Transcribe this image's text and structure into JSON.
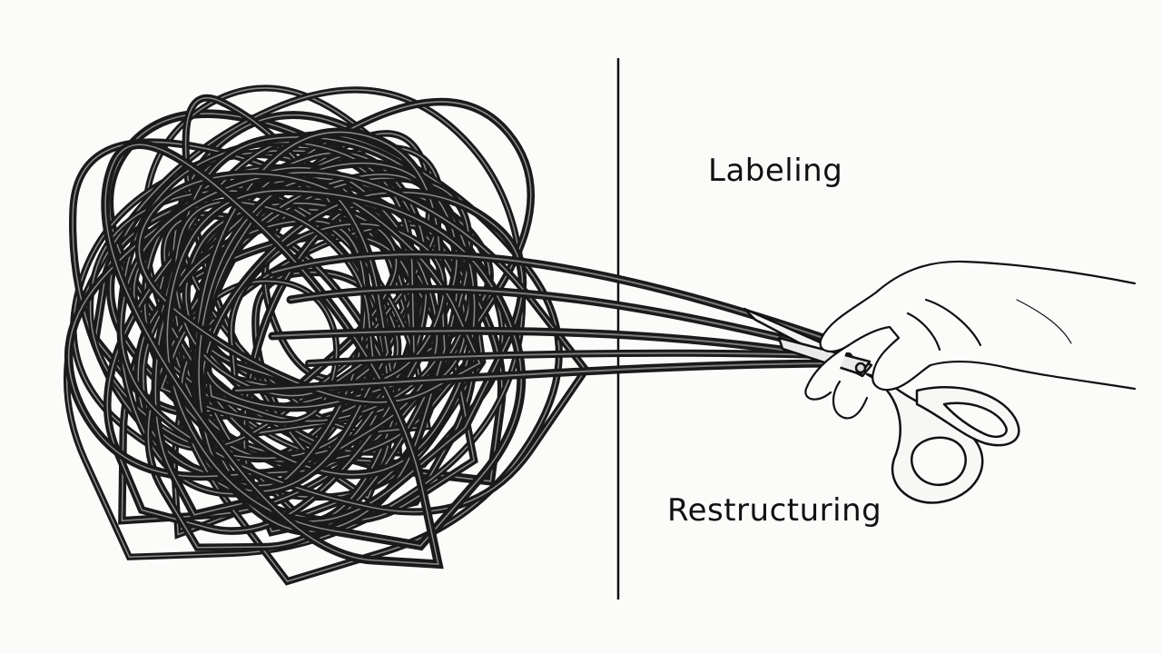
{
  "labels": {
    "top": "Labeling",
    "bottom": "Restructuring"
  },
  "illustration": {
    "left_subject": "tangled-cable-icon",
    "right_subject": "hand-with-scissors-icon",
    "divider": "vertical-divider"
  },
  "colors": {
    "background": "#fbfbf9",
    "ink": "#111111",
    "cable": "#1a1a1a",
    "cable_highlight": "#8a8a8a"
  }
}
